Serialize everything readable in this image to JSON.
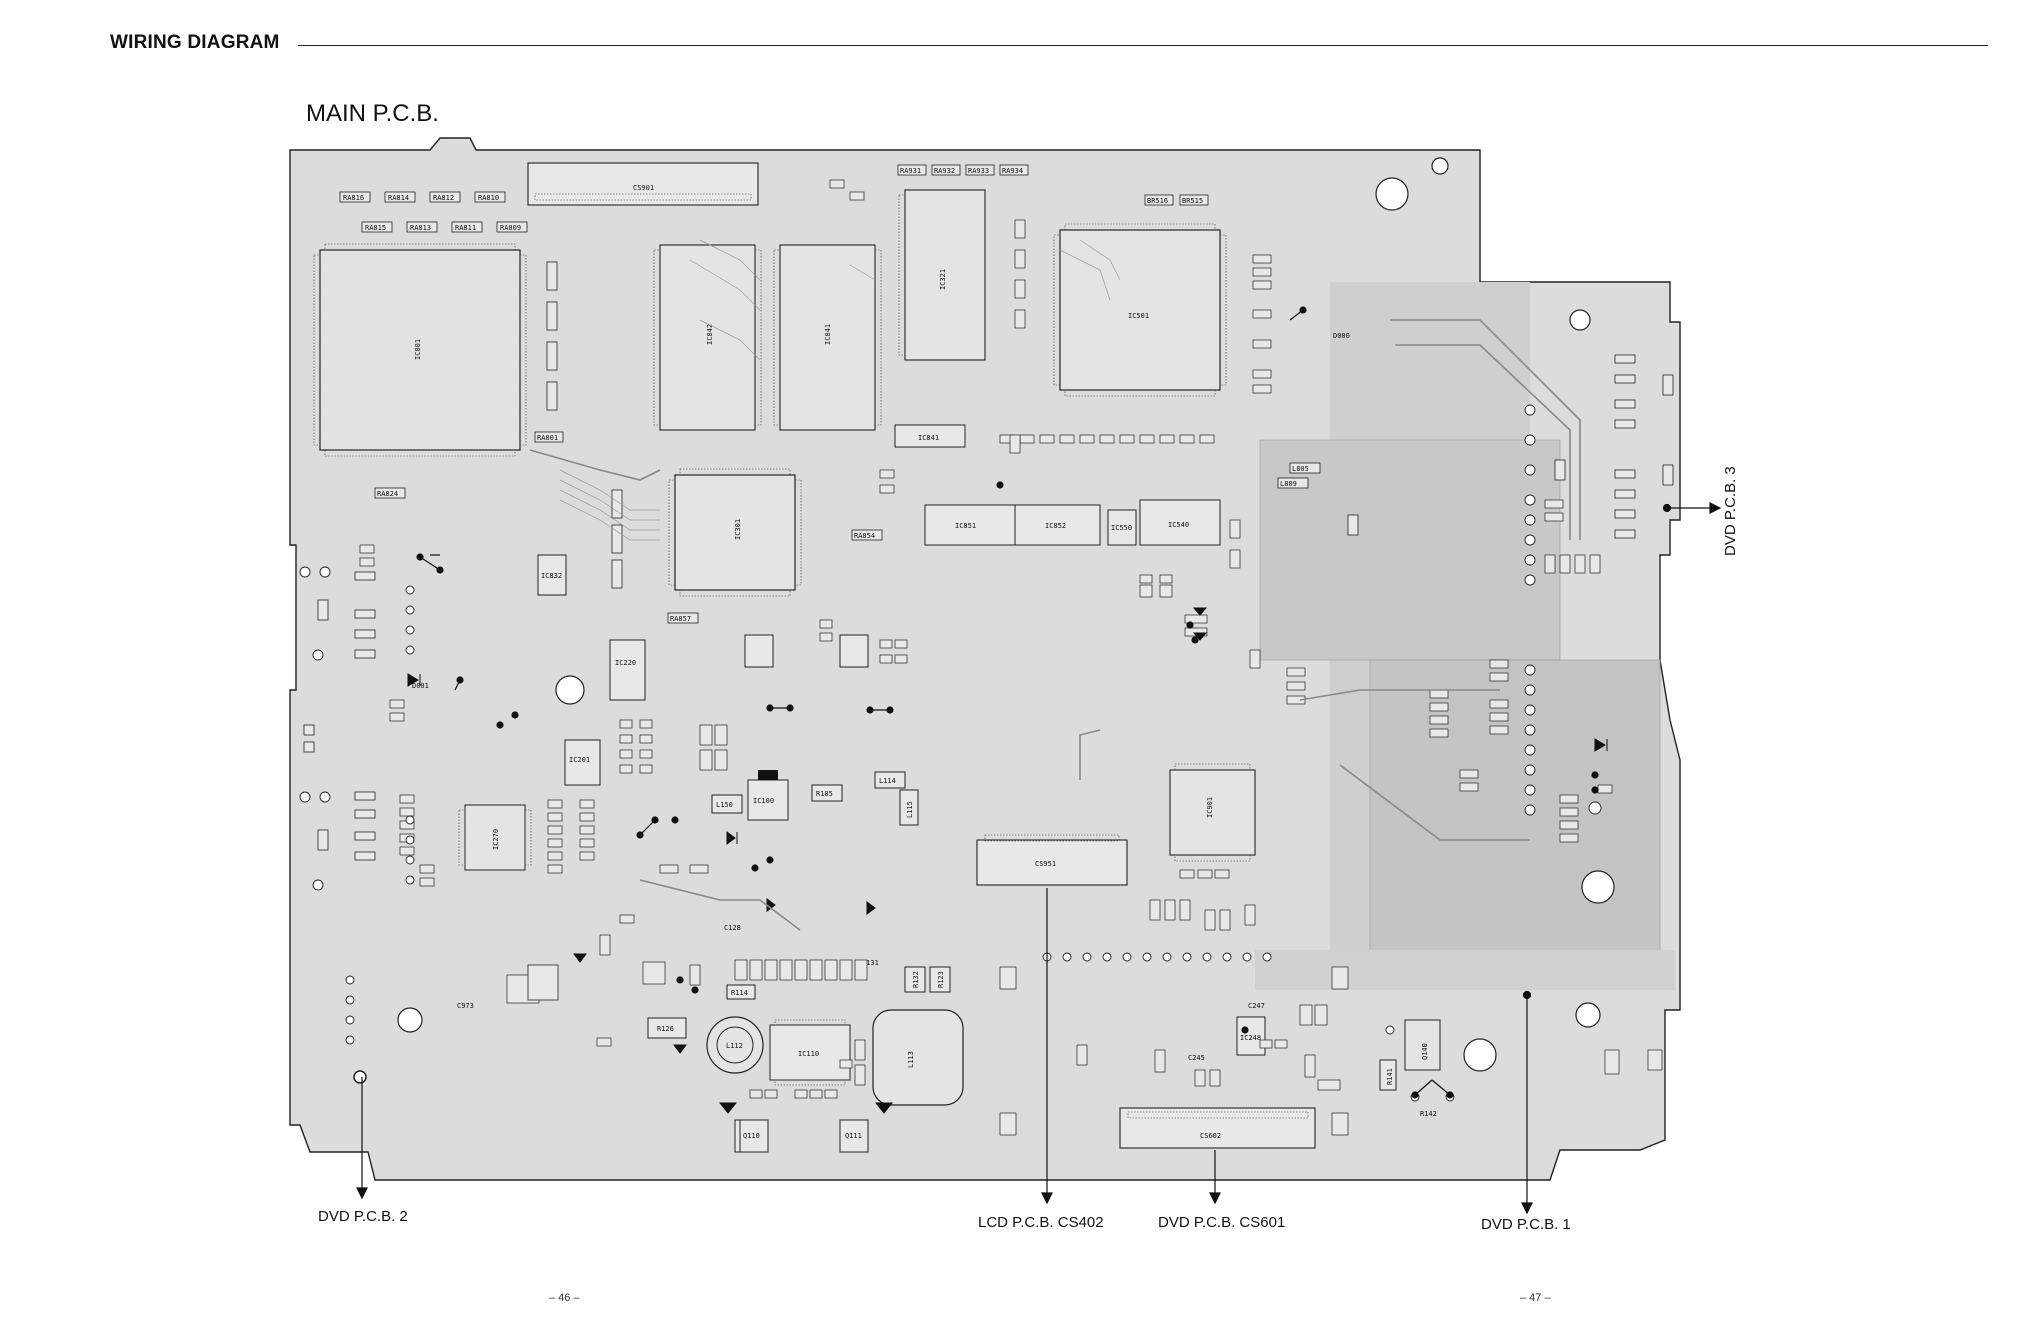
{
  "header": {
    "title": "WIRING DIAGRAM"
  },
  "board": {
    "title": "MAIN P.C.B."
  },
  "connectors": {
    "dvd_pcb_2": "DVD P.C.B. 2",
    "lcd_pcb_cs402": "LCD P.C.B. CS402",
    "dvd_pcb_cs601": "DVD P.C.B. CS601",
    "dvd_pcb_1": "DVD P.C.B. 1",
    "dvd_pcb_3": "DVD P.C.B. 3"
  },
  "pages": {
    "left": "– 46 –",
    "right": "– 47 –"
  },
  "components": {
    "ic801": "IC801",
    "ic842": "IC842",
    "ic841": "IC841",
    "ic321": "IC321",
    "ic501": "IC501",
    "ic301": "IC301",
    "ic841b": "IC841",
    "ic851": "IC851",
    "ic852": "IC852",
    "ic550": "IC550",
    "ic540": "IC540",
    "ic220": "IC220",
    "ic201": "IC201",
    "ic270": "IC270",
    "ic110": "IC110",
    "ic100": "IC100",
    "ic832": "IC832",
    "ic901": "IC901",
    "ic248": "IC248",
    "cs901": "CS901",
    "cs951": "CS951",
    "cs602": "CS602",
    "l112": "L112",
    "l113": "L113",
    "l150": "L150",
    "l114": "L114",
    "l115": "L115",
    "q110": "Q110",
    "q111": "Q111",
    "q140": "Q140",
    "d001": "D001",
    "d000": "D000",
    "r126": "R126",
    "r114": "R114",
    "r105": "R105",
    "r141": "R141",
    "r142": "R142",
    "r132": "R132",
    "r123": "R123",
    "l805": "L805",
    "l809": "L809",
    "ra824": "RA824",
    "ra816": "RA816",
    "ra814": "RA814",
    "ra812": "RA812",
    "ra810": "RA810",
    "ra815": "RA815",
    "ra813": "RA813",
    "ra811": "RA811",
    "ra809": "RA809",
    "ra931": "RA931",
    "ra932": "RA932",
    "ra933": "RA933",
    "ra934": "RA934",
    "br516": "BR516",
    "br515": "BR515",
    "ra854": "RA854",
    "ra857": "RA857",
    "ra801": "RA801",
    "c973": "C973",
    "c128": "C128",
    "c131": "C131",
    "c247": "C247",
    "c245": "C245"
  }
}
